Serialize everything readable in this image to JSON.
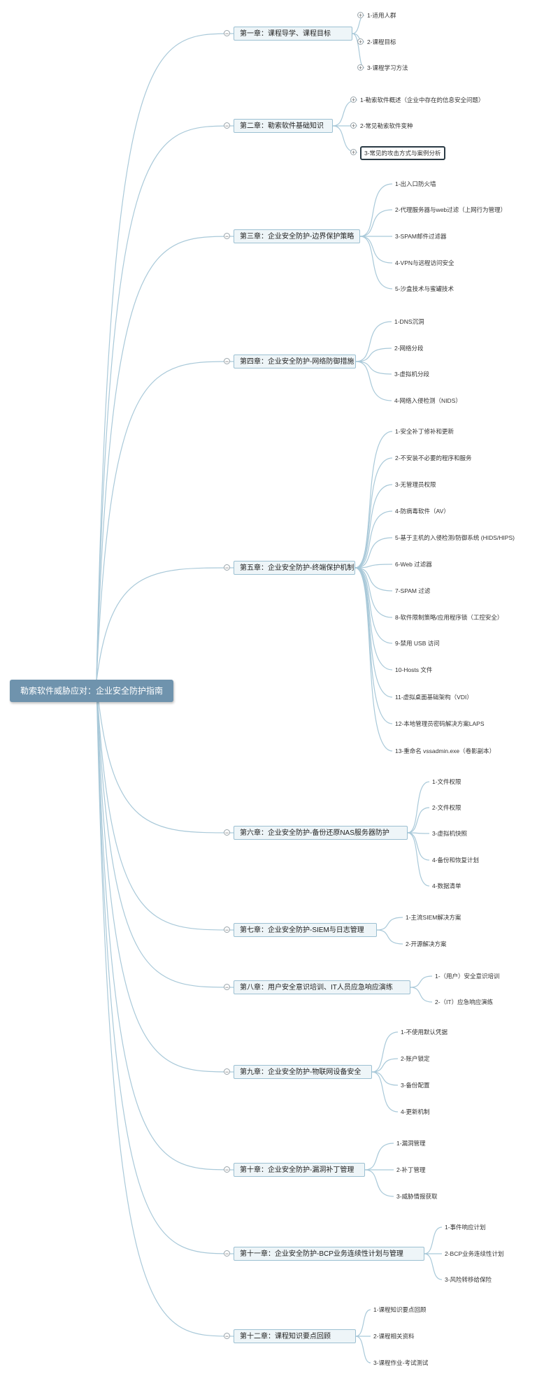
{
  "root": {
    "title": "勒索软件威胁应对：企业安全防护指南"
  },
  "chapters": [
    {
      "title": "第一章：课程导学、课程目标",
      "items": [
        "1-适用人群",
        "2-课程目标",
        "3-课程学习方法"
      ]
    },
    {
      "title": "第二章：勒索软件基础知识",
      "items": [
        "1-勒索软件概述（企业中存在的信息安全问题）",
        "2-常见勒索软件变种",
        "3-常见的攻击方式与案例分析"
      ],
      "selected_item": 2
    },
    {
      "title": "第三章：企业安全防护-边界保护策略",
      "items": [
        "1-出入口防火墙",
        "2-代理服务器与web过滤（上网行为管理）",
        "3-SPAM邮件过滤器",
        "4-VPN与远程访问安全",
        "5-沙盒技术与蜜罐技术"
      ]
    },
    {
      "title": "第四章：企业安全防护-网络防御措施",
      "items": [
        "1-DNS沉洞",
        "2-网络分段",
        "3-虚拟机分段",
        "4-网络入侵检测（NIDS）"
      ]
    },
    {
      "title": "第五章：企业安全防护-终端保护机制",
      "items": [
        "1-安全补丁修补和更新",
        "2-不安装不必要的程序和服务",
        "3-无管理员权限",
        "4-防病毒软件（AV）",
        "5-基于主机的入侵检测/防御系统 (HIDS/HIPS)",
        "6-Web 过滤器",
        "7-SPAM 过滤",
        "8-软件限制策略/应用程序锁（工控安全）",
        "9-禁用 USB 访问",
        "10-Hosts 文件",
        "11-虚拟桌面基础架构（VDI）",
        "12-本地管理员密码解决方案LAPS",
        "13-重命名 vssadmin.exe（卷影副本）"
      ]
    },
    {
      "title": "第六章：企业安全防护-备份还原NAS服务器防护",
      "items": [
        "1-文件权限",
        "2-文件权限",
        "3-虚拟机快照",
        "4-备份和恢复计划",
        "4-数据清单"
      ]
    },
    {
      "title": "第七章：企业安全防护-SIEM与日志管理",
      "items": [
        "1-主流SIEM解决方案",
        "2-开源解决方案"
      ]
    },
    {
      "title": "第八章：用户安全意识培训、IT人员应急响应演练",
      "items": [
        "1-（用户）安全意识培训",
        "2-（IT）应急响应演练"
      ]
    },
    {
      "title": "第九章：企业安全防护-物联网设备安全",
      "items": [
        "1-不使用默认凭据",
        "2-账户锁定",
        "3-备份配置",
        "4-更新机制"
      ]
    },
    {
      "title": "第十章：企业安全防护-漏洞补丁管理",
      "items": [
        "1-漏洞管理",
        "2-补丁管理",
        "3-威胁情报获取"
      ]
    },
    {
      "title": "第十一章：企业安全防护-BCP业务连续性计划与管理",
      "items": [
        "1-事件响应计划",
        "2-BCP业务连续性计划",
        "3-风险转移给保险"
      ]
    },
    {
      "title": "第十二章：课程知识要点回顾",
      "items": [
        "1-课程知识要点回顾",
        "2-课程相关资料",
        "3-课程作业-考试测试"
      ]
    }
  ],
  "colors": {
    "connector": "#a9c9d9",
    "node_fill": "#eef5f8",
    "node_border": "#9cc0d2",
    "root_fill": "#6f93ad"
  }
}
